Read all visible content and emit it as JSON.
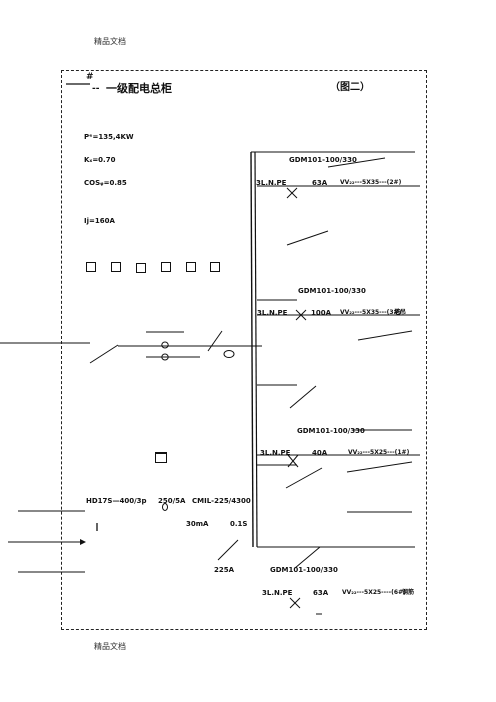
{
  "header_text": "精品文档",
  "footer_text": "精品文档",
  "title": {
    "hash": "#",
    "dashes": "--",
    "main": "一级配电总柜",
    "figure_label": "（图二）"
  },
  "params": {
    "pe": "Pᵉ=135,4KW",
    "kx": "Kₓ=0.70",
    "cos": "COSᵩ=0.85",
    "ij": "Ij=160A"
  },
  "components": {
    "breaker": "HD17S—400/3p",
    "ct": "250/5A",
    "rcd": "CMIL-225/4300",
    "leak_current": "30mA",
    "trip_time": "0.1S",
    "main_rating": "225A"
  },
  "branches": [
    {
      "model": "GDM101-100/330",
      "system": "3L.N.PE",
      "rating": "63A",
      "cable": "VV₂₂---5X35---(2#)",
      "note": ""
    },
    {
      "model": "GDM101-100/330",
      "system": "3L.N.PE",
      "rating": "100A",
      "cable": "VV₂₂---5X35---(3#)",
      "note": "塔吊"
    },
    {
      "model": "GDM101-100/330",
      "system": "3L.N.PE",
      "rating": "40A",
      "cable": "VV₂₂---5X25---(1#)",
      "note": ""
    },
    {
      "model": "GDM101-100/330",
      "system": "3L.N.PE",
      "rating": "63A",
      "cable": "VV₂₂---5X25----(6#)",
      "note": "钢筋"
    }
  ]
}
